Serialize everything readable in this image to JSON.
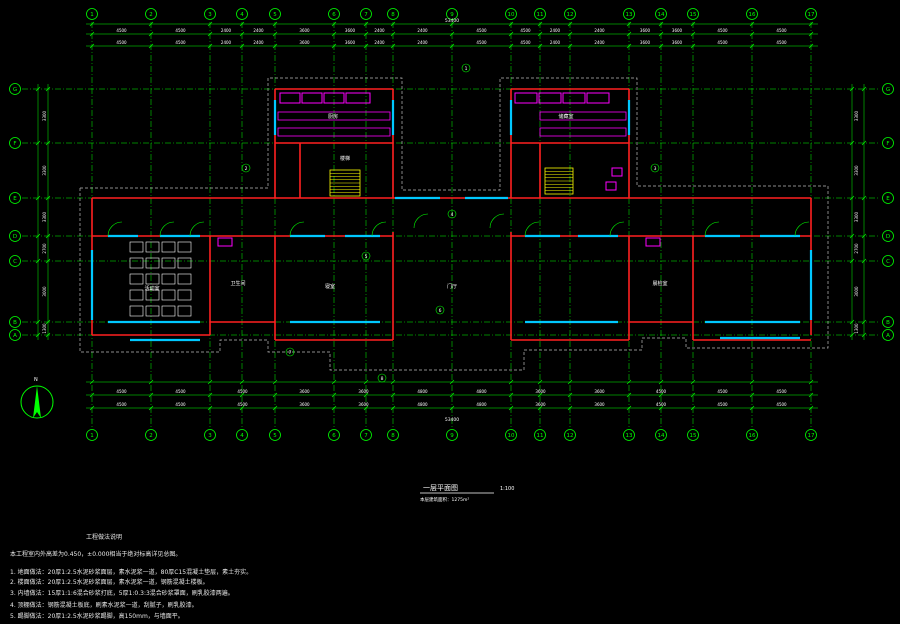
{
  "drawing": {
    "title": "一层平面图",
    "scale": "1:100",
    "area_note": "本层建筑面积：1275m²",
    "north_label": "N"
  },
  "axes": {
    "columns": [
      "1",
      "2",
      "3",
      "4",
      "5",
      "6",
      "7",
      "8",
      "9",
      "10",
      "11",
      "12",
      "13",
      "14",
      "15",
      "16",
      "17"
    ],
    "rows": [
      "G",
      "F",
      "E",
      "D",
      "C",
      "B",
      "A"
    ]
  },
  "dimensions": {
    "overall": "53400",
    "top_bays": [
      "4500",
      "4500",
      "2400",
      "2400",
      "3600",
      "3600",
      "2400",
      "2400",
      "4500",
      "4500",
      "2400",
      "2400",
      "3600",
      "3600",
      "4500",
      "4500"
    ],
    "bottom_bays": [
      "4500",
      "4500",
      "4500",
      "3600",
      "3600",
      "4800",
      "4800",
      "3600",
      "3600",
      "4500",
      "4500",
      "4500"
    ],
    "right_bays": [
      "3300",
      "3300",
      "3300",
      "2700",
      "3000",
      "1300"
    ],
    "left_bays": [
      "3300",
      "3300",
      "3300",
      "2700",
      "3000",
      "1300"
    ]
  },
  "rooms": [
    {
      "label": "活动室"
    },
    {
      "label": "卫生间"
    },
    {
      "label": "寝室"
    },
    {
      "label": "门厅"
    },
    {
      "label": "楼梯"
    },
    {
      "label": "厨房"
    },
    {
      "label": "储藏室"
    },
    {
      "label": "晨检室"
    }
  ],
  "annotations": [
    "1",
    "2",
    "3",
    "4",
    "5",
    "6",
    "7",
    "8"
  ],
  "notes": {
    "heading": "工程做法说明",
    "lines": [
      "本工程室内外高差为0.450，±0.000相当于绝对标高详见总图。",
      "1. 地面做法：20厚1:2.5水泥砂浆面层，素水泥浆一道，80厚C15混凝土垫层，素土夯实。",
      "2. 楼面做法：20厚1:2.5水泥砂浆面层，素水泥浆一道，钢筋混凝土楼板。",
      "3. 内墙做法：15厚1:1:6混合砂浆打底，5厚1:0.3:3混合砂浆罩面，刷乳胶漆两遍。",
      "4. 顶棚做法：钢筋混凝土板底，刷素水泥浆一道，刮腻子，刷乳胶漆。",
      "5. 踢脚做法：20厚1:2.5水泥砂浆踢脚，高150mm，与墙面平。"
    ]
  },
  "colors": {
    "background": "#000000",
    "axis_grid": "#00ff00",
    "wall": "#ff2020",
    "window": "#00c8ff",
    "furniture": "#ff00ff",
    "stairs": "#ffff00",
    "text": "#ffffff",
    "outline": "#bbbbbb"
  }
}
